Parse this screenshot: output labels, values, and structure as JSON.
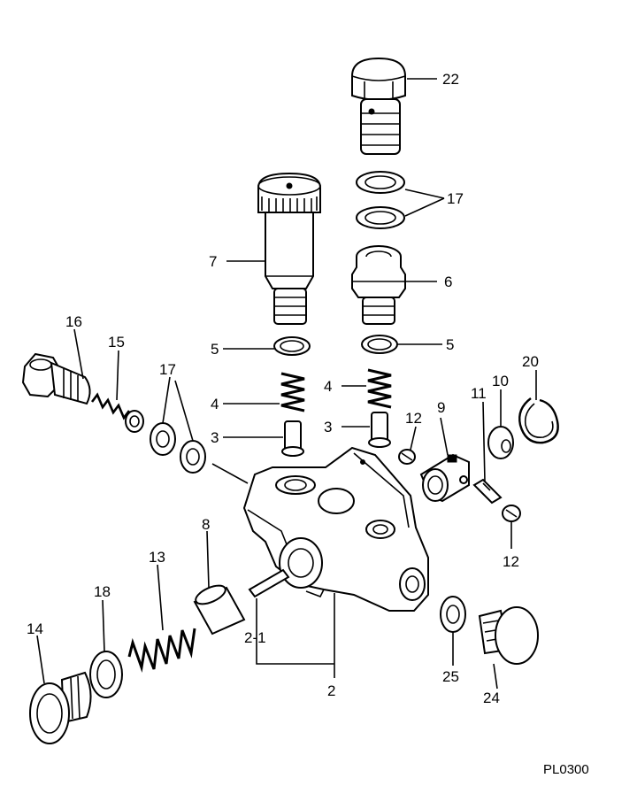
{
  "drawing_code": "PL0300",
  "labels": {
    "p22": "22",
    "p17_top": "17",
    "p7": "7",
    "p6": "6",
    "p5_left": "5",
    "p5_right": "5",
    "p16": "16",
    "p15": "15",
    "p17_left": "17",
    "p20": "20",
    "p4_left": "4",
    "p4_right": "4",
    "p10": "10",
    "p11": "11",
    "p3_left": "3",
    "p3_right": "3",
    "p12_top": "12",
    "p9": "9",
    "p12_bottom": "12",
    "p8": "8",
    "p13": "13",
    "p18": "18",
    "p14": "14",
    "p2_1": "2-1",
    "p2": "2",
    "p25": "25",
    "p24": "24"
  }
}
